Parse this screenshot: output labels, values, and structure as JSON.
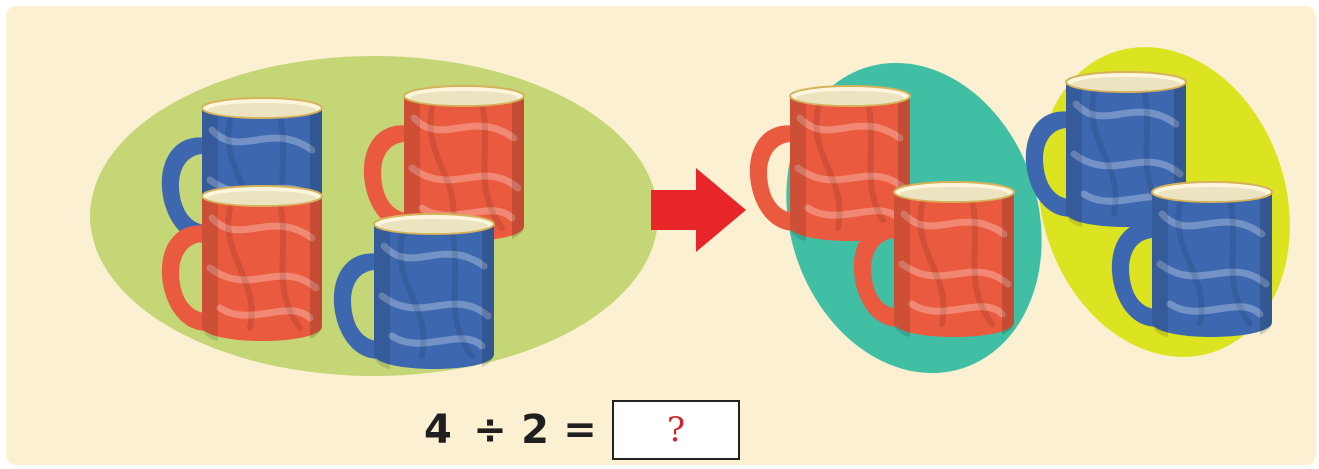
{
  "colors": {
    "background": "#fcf0d2",
    "group_all": "#c4d676",
    "group_teal": "#41bfa4",
    "group_yellow": "#dce321",
    "arrow": "#e8262a",
    "mug_red": "#ea5a3e",
    "mug_blue": "#3d68b0",
    "answer_mark": "#d0242c"
  },
  "scene": {
    "before_group": {
      "mugs": [
        "blue",
        "red",
        "red",
        "blue"
      ]
    },
    "arrow_icon": "right-arrow-icon",
    "after_groups": [
      {
        "color": "teal",
        "mugs": [
          "red",
          "red"
        ]
      },
      {
        "color": "yellow",
        "mugs": [
          "blue",
          "blue"
        ]
      }
    ]
  },
  "equation": {
    "dividend": "4",
    "operator": "÷",
    "divisor": "2",
    "equals": "=",
    "answer_placeholder": "?"
  }
}
